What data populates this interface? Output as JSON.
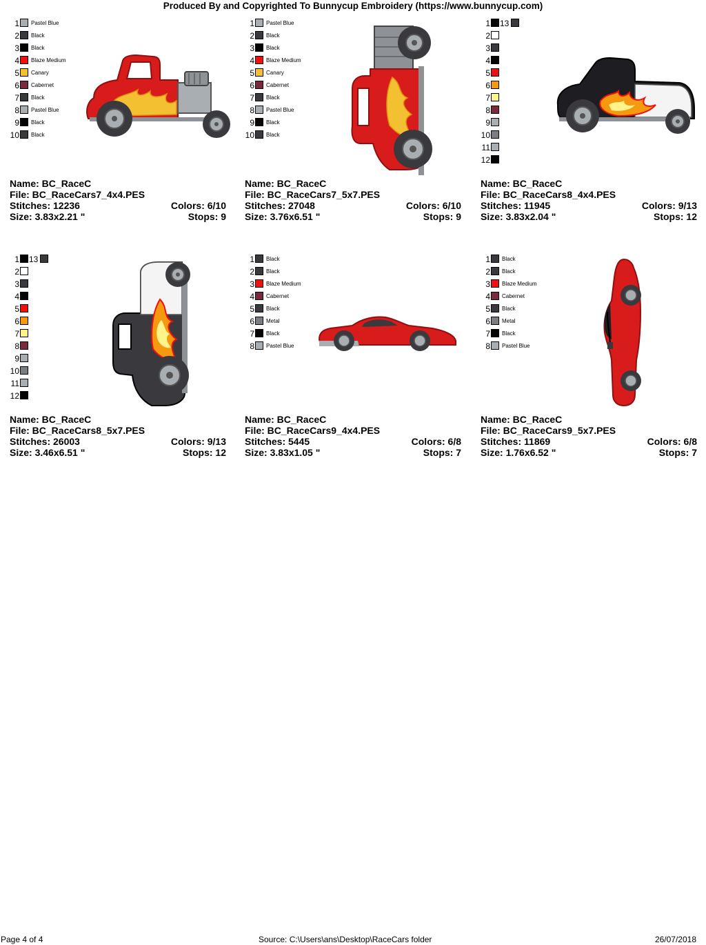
{
  "header": {
    "title": "Produced By and Copyrighted To Bunnycup Embroidery (https://www.bunnycup.com)"
  },
  "designs": [
    {
      "colors": [
        {
          "n": "1",
          "name": "Pastel Blue",
          "hex": "#a8aeb2"
        },
        {
          "n": "2",
          "name": "Black",
          "hex": "#3a3a3e"
        },
        {
          "n": "3",
          "name": "Black",
          "hex": "#050505"
        },
        {
          "n": "4",
          "name": "Blaze Medium",
          "hex": "#f01010"
        },
        {
          "n": "5",
          "name": "Canary",
          "hex": "#f2c030"
        },
        {
          "n": "6",
          "name": "Cabernet",
          "hex": "#7a2a3c"
        },
        {
          "n": "7",
          "name": "Black",
          "hex": "#3a3a3e"
        },
        {
          "n": "8",
          "name": "Pastel Blue",
          "hex": "#a8aeb2"
        },
        {
          "n": "9",
          "name": "Black",
          "hex": "#050505"
        },
        {
          "n": "10",
          "name": "Black",
          "hex": "#3a3a3e"
        }
      ],
      "name_line": "Name: BC_RaceC",
      "file_line": "File: BC_RaceCars7_4x4.PES",
      "stitches": "Stitches: 12236",
      "colors_count": "Colors: 6/10",
      "size": "Size: 3.83x2.21 \"",
      "stops": "Stops: 9"
    },
    {
      "colors": [
        {
          "n": "1",
          "name": "Pastel Blue",
          "hex": "#a8aeb2"
        },
        {
          "n": "2",
          "name": "Black",
          "hex": "#3a3a3e"
        },
        {
          "n": "3",
          "name": "Black",
          "hex": "#050505"
        },
        {
          "n": "4",
          "name": "Blaze Medium",
          "hex": "#f01010"
        },
        {
          "n": "5",
          "name": "Canary",
          "hex": "#f2c030"
        },
        {
          "n": "6",
          "name": "Cabernet",
          "hex": "#7a2a3c"
        },
        {
          "n": "7",
          "name": "Black",
          "hex": "#3a3a3e"
        },
        {
          "n": "8",
          "name": "Pastel Blue",
          "hex": "#a8aeb2"
        },
        {
          "n": "9",
          "name": "Black",
          "hex": "#050505"
        },
        {
          "n": "10",
          "name": "Black",
          "hex": "#3a3a3e"
        }
      ],
      "name_line": "Name: BC_RaceC",
      "file_line": "File: BC_RaceCars7_5x7.PES",
      "stitches": "Stitches: 27048",
      "colors_count": "Colors: 6/10",
      "size": "Size: 3.76x6.51 \"",
      "stops": "Stops: 9"
    },
    {
      "colors": [
        {
          "n": "1",
          "name": "",
          "hex": "#050505"
        },
        {
          "n": "2",
          "name": "",
          "hex": "#ffffff"
        },
        {
          "n": "3",
          "name": "",
          "hex": "#3a3a3e"
        },
        {
          "n": "4",
          "name": "",
          "hex": "#050505"
        },
        {
          "n": "5",
          "name": "",
          "hex": "#f01010"
        },
        {
          "n": "6",
          "name": "",
          "hex": "#f59a10"
        },
        {
          "n": "7",
          "name": "",
          "hex": "#fff48a"
        },
        {
          "n": "8",
          "name": "",
          "hex": "#7a2a3c"
        },
        {
          "n": "9",
          "name": "",
          "hex": "#a8aeb2"
        },
        {
          "n": "10",
          "name": "",
          "hex": "#7a7e82"
        },
        {
          "n": "11",
          "name": "",
          "hex": "#a8aeb2"
        },
        {
          "n": "12",
          "name": "",
          "hex": "#050505"
        }
      ],
      "extra": {
        "n": "13",
        "hex": "#3a3a3e"
      },
      "name_line": "Name: BC_RaceC",
      "file_line": "File: BC_RaceCars8_4x4.PES",
      "stitches": "Stitches: 11945",
      "colors_count": "Colors: 9/13",
      "size": "Size: 3.83x2.04 \"",
      "stops": "Stops: 12"
    },
    {
      "colors": [
        {
          "n": "1",
          "name": "",
          "hex": "#050505"
        },
        {
          "n": "2",
          "name": "",
          "hex": "#ffffff"
        },
        {
          "n": "3",
          "name": "",
          "hex": "#3a3a3e"
        },
        {
          "n": "4",
          "name": "",
          "hex": "#050505"
        },
        {
          "n": "5",
          "name": "",
          "hex": "#f01010"
        },
        {
          "n": "6",
          "name": "",
          "hex": "#f59a10"
        },
        {
          "n": "7",
          "name": "",
          "hex": "#fff48a"
        },
        {
          "n": "8",
          "name": "",
          "hex": "#7a2a3c"
        },
        {
          "n": "9",
          "name": "",
          "hex": "#a8aeb2"
        },
        {
          "n": "10",
          "name": "",
          "hex": "#7a7e82"
        },
        {
          "n": "11",
          "name": "",
          "hex": "#a8aeb2"
        },
        {
          "n": "12",
          "name": "",
          "hex": "#050505"
        }
      ],
      "extra": {
        "n": "13",
        "hex": "#3a3a3e"
      },
      "name_line": "Name: BC_RaceC",
      "file_line": "File: BC_RaceCars8_5x7.PES",
      "stitches": "Stitches: 26003",
      "colors_count": "Colors: 9/13",
      "size": "Size: 3.46x6.51 \"",
      "stops": "Stops: 12"
    },
    {
      "colors": [
        {
          "n": "1",
          "name": "Black",
          "hex": "#3a3a3e"
        },
        {
          "n": "2",
          "name": "Black",
          "hex": "#3a3a3e"
        },
        {
          "n": "3",
          "name": "Blaze Medium",
          "hex": "#f01010"
        },
        {
          "n": "4",
          "name": "Cabernet",
          "hex": "#7a2a3c"
        },
        {
          "n": "5",
          "name": "Black",
          "hex": "#3a3a3e"
        },
        {
          "n": "6",
          "name": "Metal",
          "hex": "#7a7e82"
        },
        {
          "n": "7",
          "name": "Black",
          "hex": "#050505"
        },
        {
          "n": "8",
          "name": "Pastel Blue",
          "hex": "#a8aeb2"
        }
      ],
      "name_line": "Name: BC_RaceC",
      "file_line": "File: BC_RaceCars9_4x4.PES",
      "stitches": "Stitches: 5445",
      "colors_count": "Colors: 6/8",
      "size": "Size: 3.83x1.05 \"",
      "stops": "Stops: 7"
    },
    {
      "colors": [
        {
          "n": "1",
          "name": "Black",
          "hex": "#3a3a3e"
        },
        {
          "n": "2",
          "name": "Black",
          "hex": "#3a3a3e"
        },
        {
          "n": "3",
          "name": "Blaze Medium",
          "hex": "#f01010"
        },
        {
          "n": "4",
          "name": "Cabernet",
          "hex": "#7a2a3c"
        },
        {
          "n": "5",
          "name": "Black",
          "hex": "#3a3a3e"
        },
        {
          "n": "6",
          "name": "Metal",
          "hex": "#7a7e82"
        },
        {
          "n": "7",
          "name": "Black",
          "hex": "#050505"
        },
        {
          "n": "8",
          "name": "Pastel Blue",
          "hex": "#a8aeb2"
        }
      ],
      "name_line": "Name: BC_RaceC",
      "file_line": "File: BC_RaceCars9_5x7.PES",
      "stitches": "Stitches: 11869",
      "colors_count": "Colors: 6/8",
      "size": "Size: 1.76x6.52 \"",
      "stops": "Stops: 7"
    }
  ],
  "footer": {
    "page": "Page 4 of 4",
    "source": "Source: C:\\Users\\ans\\Desktop\\RaceCars folder",
    "date": "26/07/2018"
  }
}
